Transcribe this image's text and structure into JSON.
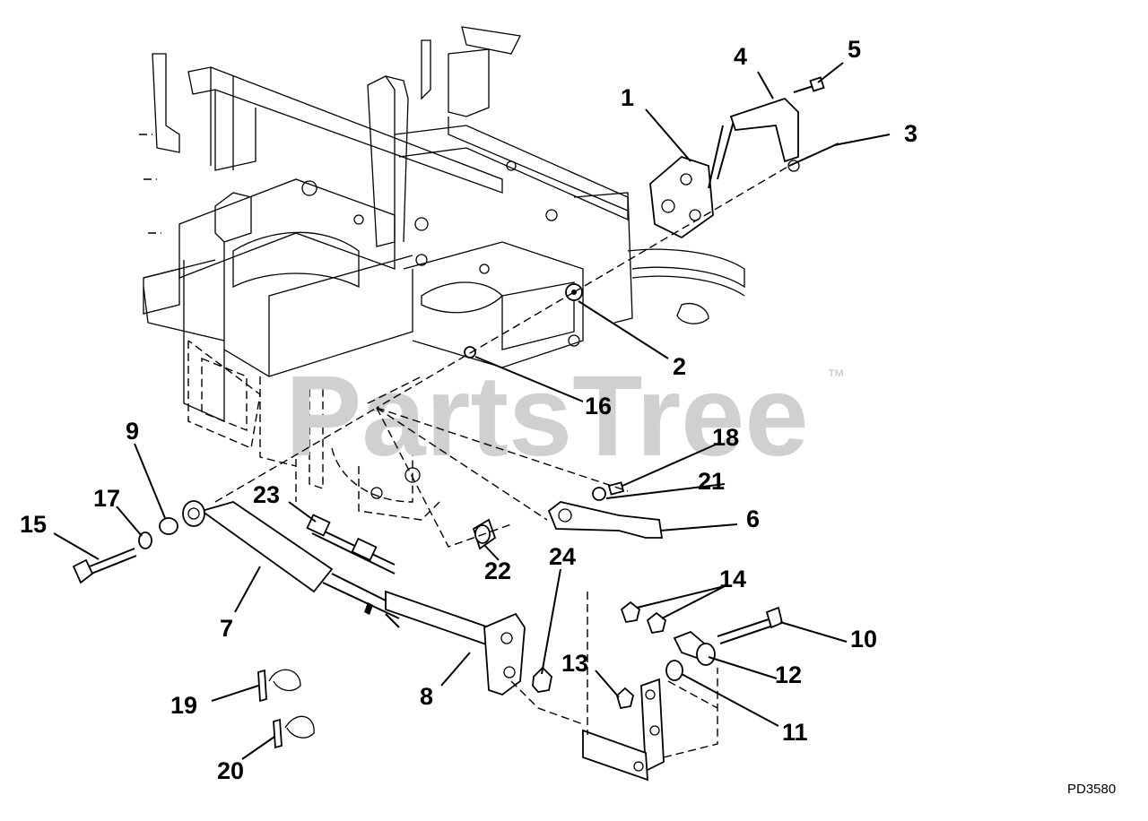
{
  "watermark": {
    "text": "PartsTree",
    "tm": "™"
  },
  "drawing_code": "PD3580",
  "callouts": [
    {
      "id": "c1",
      "label": "1"
    },
    {
      "id": "c2",
      "label": "2"
    },
    {
      "id": "c3",
      "label": "3"
    },
    {
      "id": "c4",
      "label": "4"
    },
    {
      "id": "c5",
      "label": "5"
    },
    {
      "id": "c6",
      "label": "6"
    },
    {
      "id": "c7",
      "label": "7"
    },
    {
      "id": "c8",
      "label": "8"
    },
    {
      "id": "c9",
      "label": "9"
    },
    {
      "id": "c10",
      "label": "10"
    },
    {
      "id": "c11",
      "label": "11"
    },
    {
      "id": "c12",
      "label": "12"
    },
    {
      "id": "c13",
      "label": "13"
    },
    {
      "id": "c14",
      "label": "14"
    },
    {
      "id": "c15",
      "label": "15"
    },
    {
      "id": "c16",
      "label": "16"
    },
    {
      "id": "c17",
      "label": "17"
    },
    {
      "id": "c18",
      "label": "18"
    },
    {
      "id": "c19",
      "label": "19"
    },
    {
      "id": "c20",
      "label": "20"
    },
    {
      "id": "c21",
      "label": "21"
    },
    {
      "id": "c22",
      "label": "22"
    },
    {
      "id": "c23",
      "label": "23"
    },
    {
      "id": "c24",
      "label": "24"
    }
  ]
}
